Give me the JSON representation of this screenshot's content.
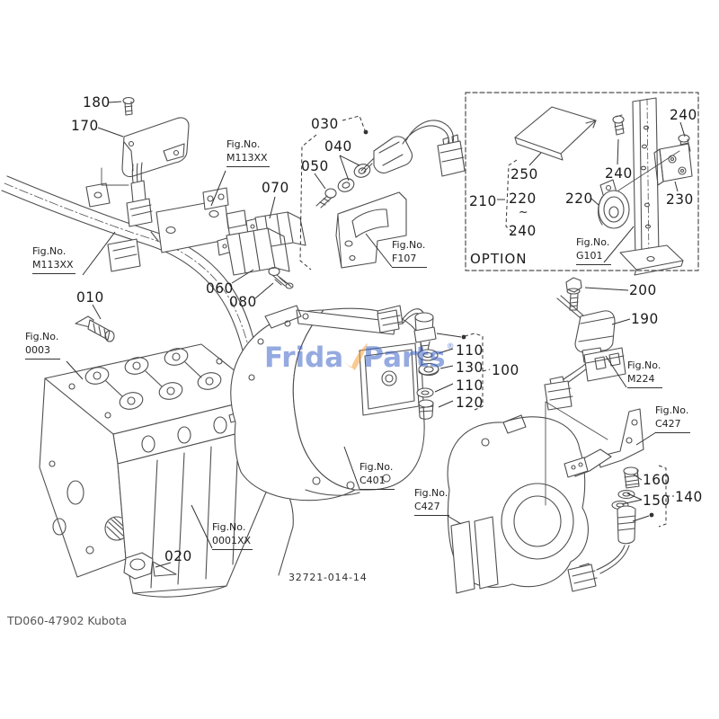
{
  "diagram": {
    "doc_code": "TD060-47902 Kubota",
    "drawing_number": "32721-014-14",
    "option_label": "OPTION",
    "watermark": {
      "left": "Frida",
      "right": "Parts",
      "reg": "®"
    },
    "part_numbers": {
      "n010": "010",
      "n020": "020",
      "n030": "030",
      "n040": "040",
      "n050": "050",
      "n060": "060",
      "n070": "070",
      "n080": "080",
      "n100": "100",
      "n110a": "110",
      "n130": "130",
      "n110b": "110",
      "n120": "120",
      "n140": "140",
      "n150": "150",
      "n160": "160",
      "n170": "170",
      "n180": "180",
      "n190": "190",
      "n200": "200",
      "n210": "210",
      "n250": "250",
      "n220_range": "220",
      "range_tilde": "~",
      "n240_range": "240",
      "n220_horn": "220",
      "n240_mid": "240",
      "n240_top": "240",
      "n230": "230"
    },
    "fig_refs": {
      "m113xx_top": {
        "prefix": "Fig.No.",
        "code": "M113XX"
      },
      "m113xx_left": {
        "prefix": "Fig.No.",
        "code": "M113XX"
      },
      "f0003": {
        "prefix": "Fig.No.",
        "code": "0003"
      },
      "f107": {
        "prefix": "Fig.No.",
        "code": "F107"
      },
      "g101": {
        "prefix": "Fig.No.",
        "code": "G101"
      },
      "m224": {
        "prefix": "Fig.No.",
        "code": "M224"
      },
      "c401": {
        "prefix": "Fig.No.",
        "code": "C401"
      },
      "c427_right": {
        "prefix": "Fig.No.",
        "code": "C427"
      },
      "c427_left": {
        "prefix": "Fig.No.",
        "code": "C427"
      },
      "f0001xx": {
        "prefix": "Fig.No.",
        "code": "0001XX"
      }
    },
    "colors": {
      "line": "#4f4f4f",
      "watermark_blue": "#3f65c8",
      "watermark_orange": "#f5a23c"
    }
  }
}
